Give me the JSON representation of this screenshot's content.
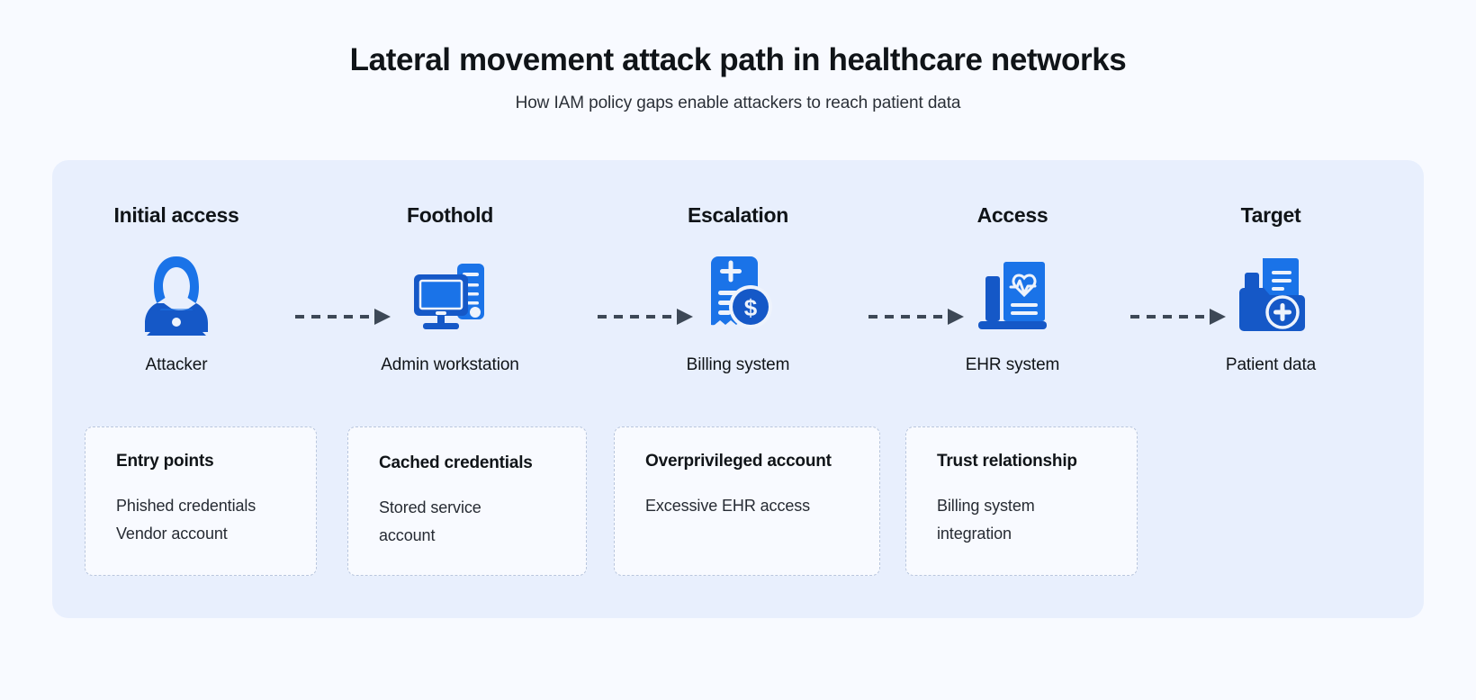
{
  "header": {
    "title": "Lateral movement attack path in healthcare networks",
    "subtitle": "How IAM policy gaps enable attackers to reach patient data"
  },
  "colors": {
    "page_background": "#f8faff",
    "panel_background": "#e8effd",
    "card_background": "#f8faff",
    "card_border": "#b9c6dd",
    "icon_blue_light": "#1a73e8",
    "icon_blue_dark": "#1558c7",
    "arrow": "#3d4856",
    "text_primary": "#101418",
    "text_secondary": "#262b33"
  },
  "flow": {
    "stages": [
      {
        "stage": "Initial access",
        "label": "Attacker",
        "icon": "hooded-attacker-laptop-icon"
      },
      {
        "stage": "Foothold",
        "label": "Admin workstation",
        "icon": "desktop-computer-tower-icon"
      },
      {
        "stage": "Escalation",
        "label": "Billing system",
        "icon": "medical-invoice-dollar-icon"
      },
      {
        "stage": "Access",
        "label": "EHR system",
        "icon": "medical-record-heartbeat-laptop-icon"
      },
      {
        "stage": "Target",
        "label": "Patient data",
        "icon": "medical-folder-documents-icon"
      }
    ],
    "connectors": [
      {
        "icon": "dashed-arrow-right-icon",
        "from": "Attacker",
        "to": "Admin workstation"
      },
      {
        "icon": "dashed-arrow-right-icon",
        "from": "Admin workstation",
        "to": "Billing system"
      },
      {
        "icon": "dashed-arrow-right-icon",
        "from": "Billing system",
        "to": "EHR system"
      },
      {
        "icon": "dashed-arrow-right-icon",
        "from": "EHR system",
        "to": "Patient data"
      }
    ]
  },
  "cards": [
    {
      "title": "Entry points",
      "body": "Phished credentials\nVendor account"
    },
    {
      "title": "Cached credentials",
      "body": "Stored service\naccount"
    },
    {
      "title": "Overprivileged account",
      "body": "Excessive EHR access"
    },
    {
      "title": "Trust relationship",
      "body": "Billing system\nintegration"
    }
  ]
}
